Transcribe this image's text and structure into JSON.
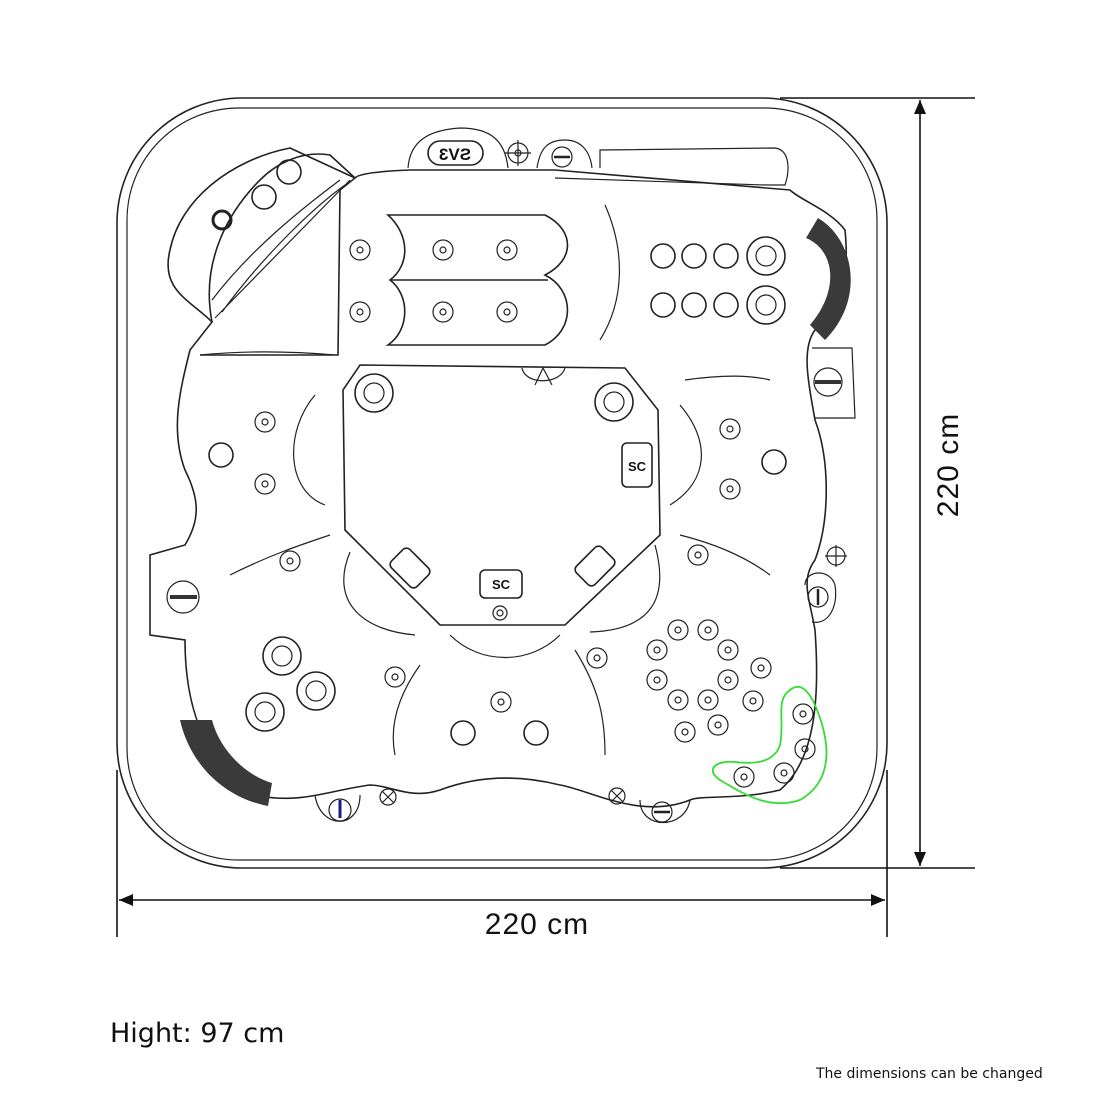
{
  "diagram": {
    "control_label": "SV3",
    "skimmer_labels": [
      "SC",
      "SC"
    ],
    "width_label": "220 cm",
    "depth_label": "220 cm",
    "height_text": "Hight: 97 cm",
    "note": "The dimensions can be changed",
    "colors": {
      "line": "#222222",
      "pillow": "#3a3a3a",
      "highlight": "#33dd33",
      "valve": "#1a1a8a"
    }
  }
}
